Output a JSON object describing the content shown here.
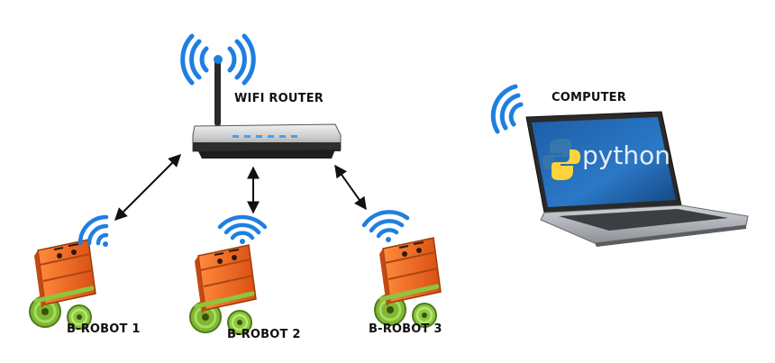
{
  "labels": {
    "router": "WIFI ROUTER",
    "computer": "COMPUTER",
    "robots": [
      "B-ROBOT 1",
      "B-ROBOT 2",
      "B-ROBOT 3"
    ],
    "python_logo_text": "python"
  },
  "colors": {
    "wifi_waves": "#1e7fe0",
    "arrows": "#111111",
    "robot_body": "#f26a22",
    "robot_wheels": "#8cc63f",
    "router_lights": "#3aa3ff",
    "laptop_screen": "#1c5aa8"
  },
  "icons": [
    "wifi-signal-icon",
    "wifi-router-icon",
    "laptop-icon",
    "python-logo-icon",
    "robot-icon",
    "bidirectional-arrow-icon"
  ]
}
